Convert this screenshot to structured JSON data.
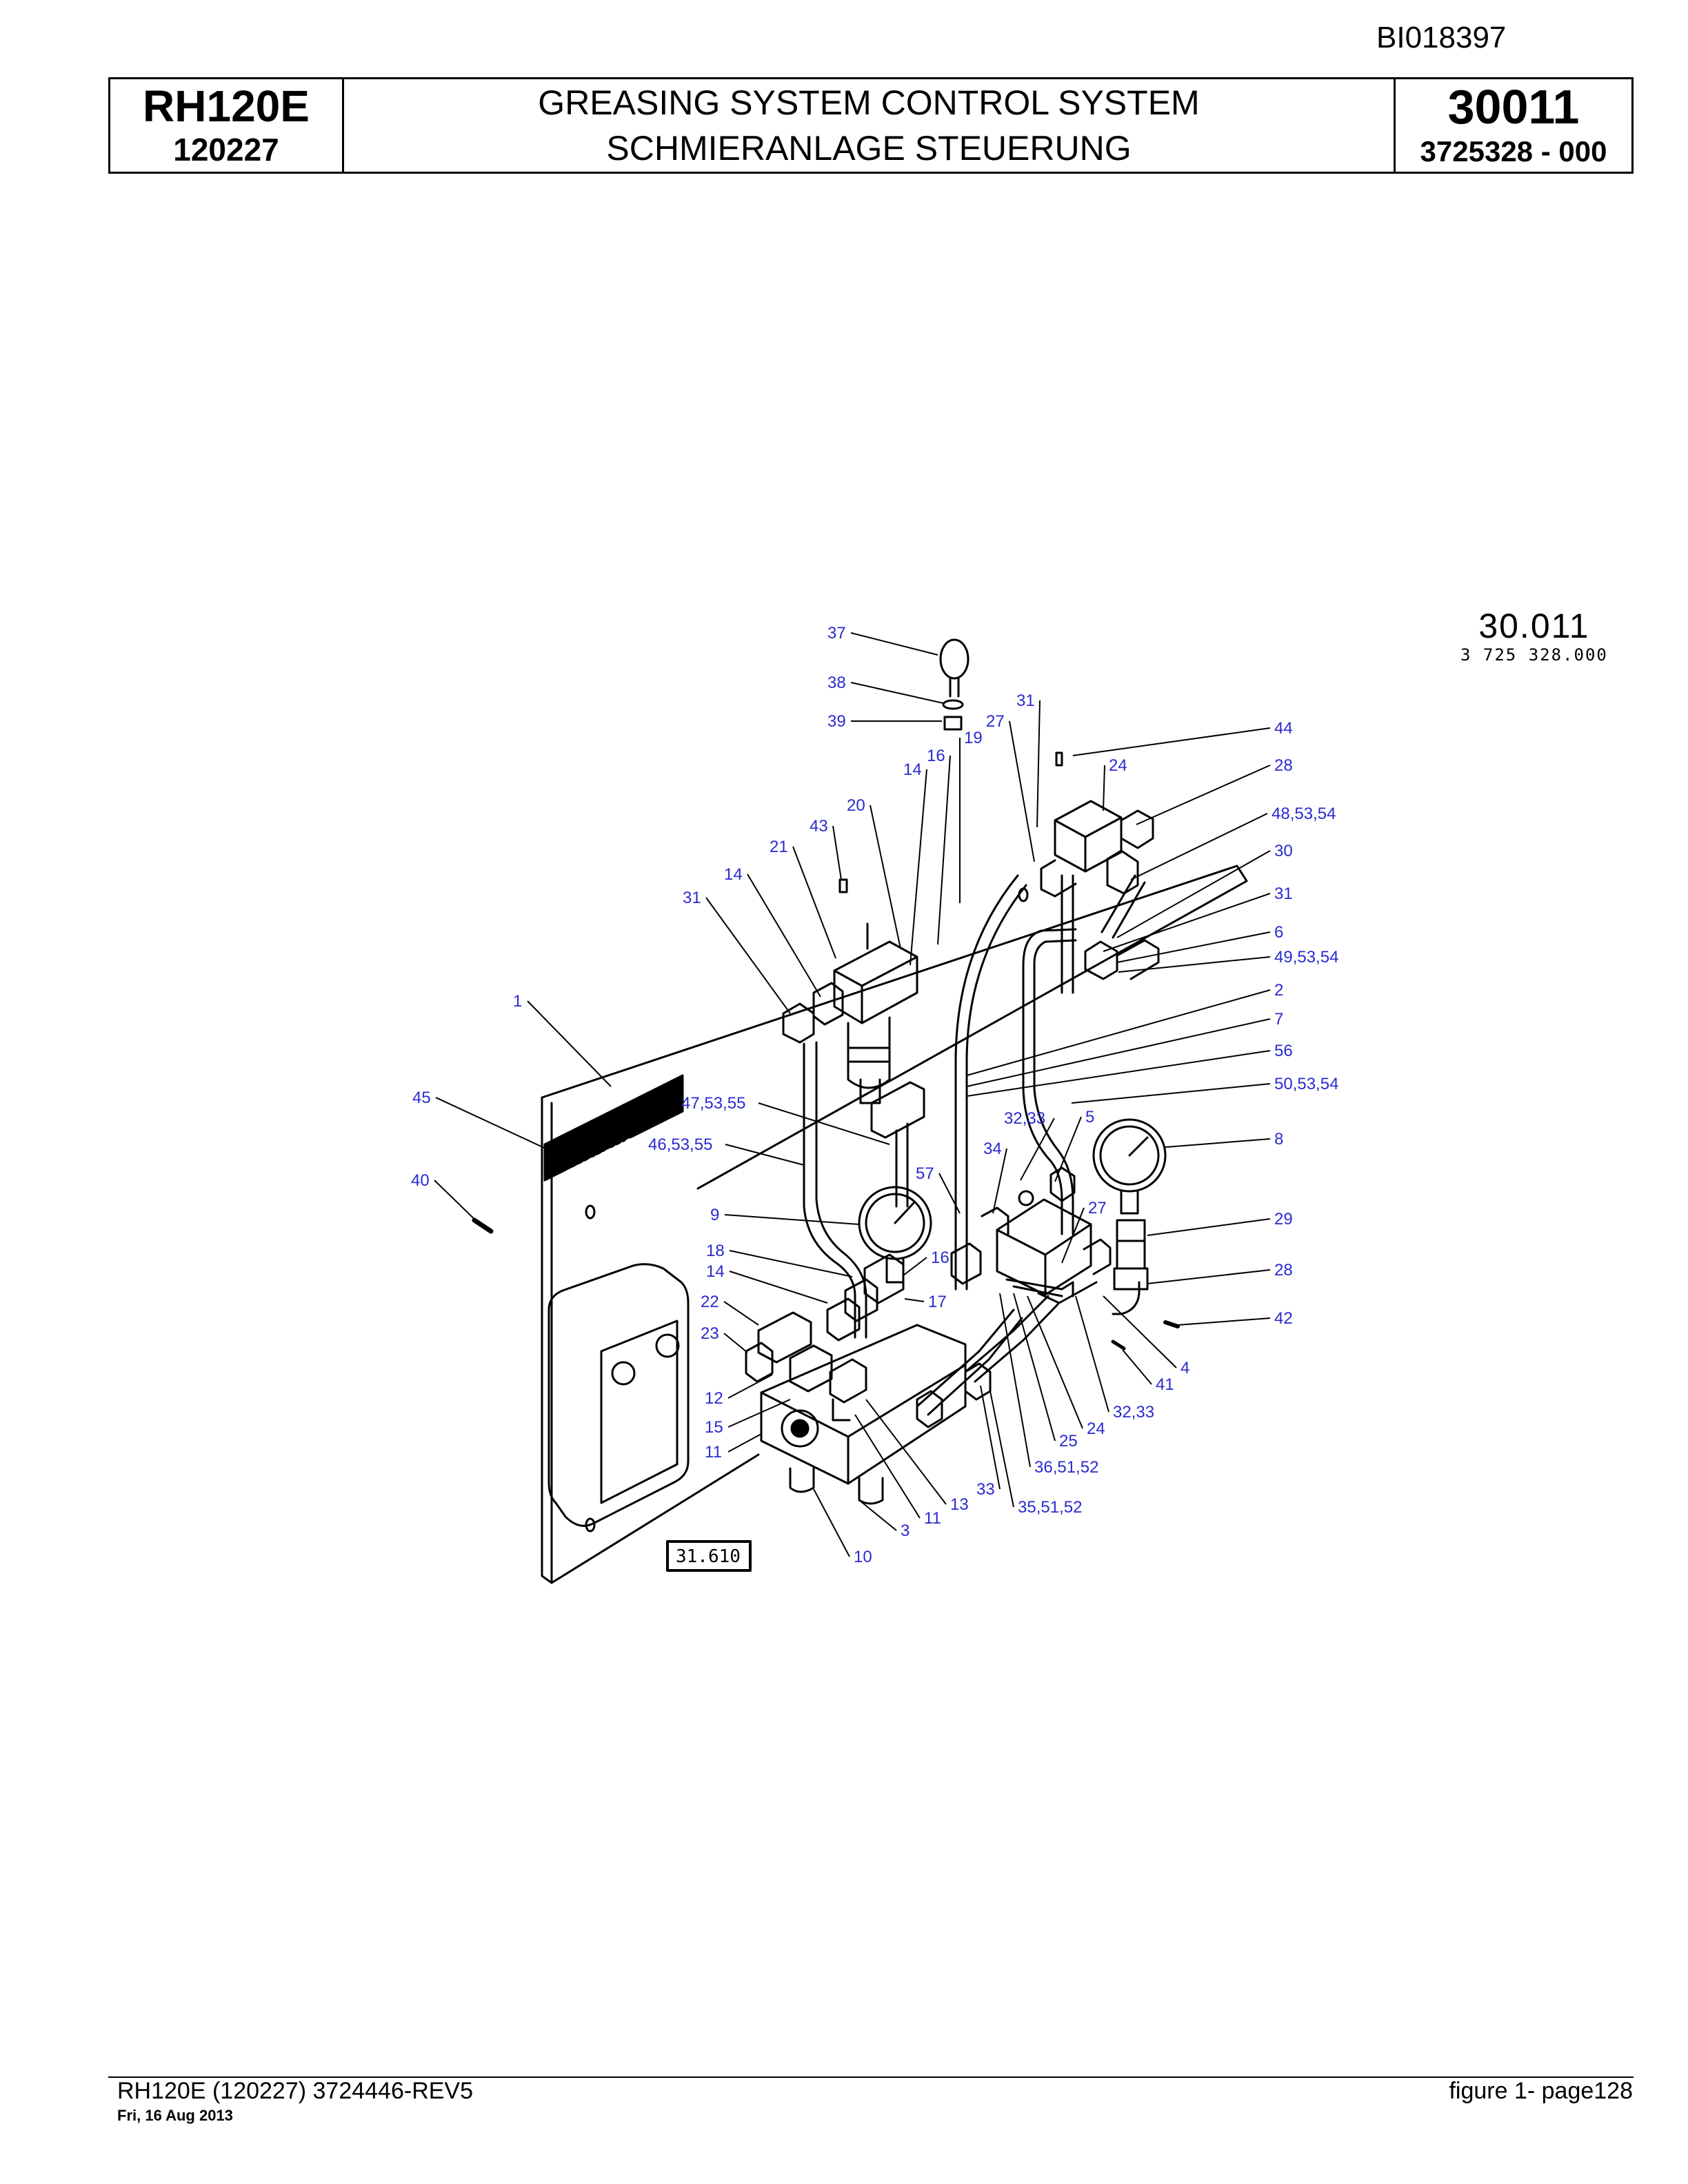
{
  "header": {
    "doc_id": "BI018397",
    "model": "RH120E",
    "serial": "120227",
    "title_en": "GREASING SYSTEM CONTROL SYSTEM",
    "title_de": "SCHMIERANLAGE STEUERUNG",
    "figure_number": "30011",
    "part_number": "3725328  - 000"
  },
  "stamp": {
    "figure": "30.011",
    "part": "3 725 328.000"
  },
  "diagram": {
    "brand_plate": "BUCYRUS",
    "reference_box": "31.610",
    "callouts": [
      "37",
      "38",
      "39",
      "31",
      "27",
      "19",
      "16",
      "14",
      "44",
      "24",
      "28",
      "20",
      "43",
      "21",
      "14",
      "48,53,54",
      "30",
      "31",
      "31",
      "6",
      "49,53,54",
      "1",
      "2",
      "7",
      "56",
      "45",
      "47,53,55",
      "50,53,54",
      "46,53,55",
      "32,33",
      "5",
      "8",
      "34",
      "57",
      "40",
      "9",
      "27",
      "29",
      "18",
      "14",
      "16",
      "28",
      "17",
      "22",
      "42",
      "23",
      "4",
      "41",
      "12",
      "32,33",
      "15",
      "24",
      "11",
      "25",
      "36,51,52",
      "33",
      "13",
      "35,51,52",
      "11",
      "3",
      "10"
    ]
  },
  "footer": {
    "left": "RH120E (120227) 3724446-REV5",
    "date": "Fri, 16 Aug 2013",
    "right": "figure  1- page128"
  }
}
